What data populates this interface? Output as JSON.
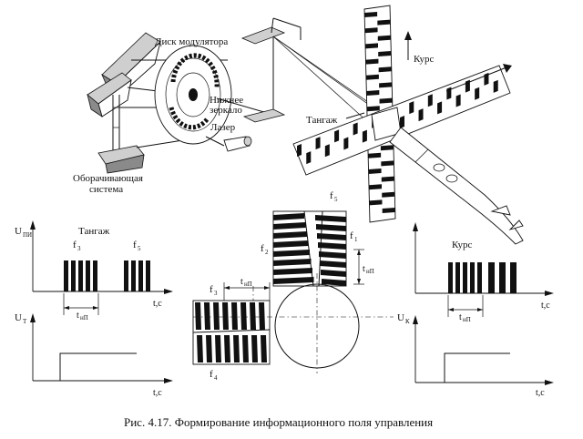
{
  "figure": {
    "caption": "Рис. 4.17. Формирование информационного поля управления",
    "device": {
      "modulator_disk": "Диск модулятора",
      "lower_mirror_line1": "Нижнее",
      "lower_mirror_line2": "зеркало",
      "laser": "Лазер",
      "rotating_system_line1": "Оборачивающая",
      "rotating_system_line2": "система"
    },
    "field": {
      "course": "Курс",
      "pitch": "Тангаж"
    },
    "pitch_plot": {
      "y_label": "U",
      "y_sub": "ПИ",
      "title": "Тангаж",
      "f_left": "f",
      "f_left_sub": "3",
      "f_right": "f",
      "f_right_sub": "5",
      "x_label": "t,c",
      "t_label": "t",
      "t_sub": "нП"
    },
    "pitch_out": {
      "y_label": "U",
      "y_sub": "Т",
      "x_label": "t,c"
    },
    "course_plot": {
      "title": "Курс",
      "x_label": "t,c",
      "t_label": "t",
      "t_sub": "нП"
    },
    "course_out": {
      "y_label": "U",
      "y_sub": "К",
      "x_label": "t,c"
    },
    "center_block": {
      "f5": "f",
      "f5_sub": "5",
      "f2": "f",
      "f2_sub": "2",
      "f1": "f",
      "f1_sub": "1",
      "f3": "f",
      "f3_sub": "3",
      "f4": "f",
      "f4_sub": "4",
      "t_top": "t",
      "t_top_sub": "нП",
      "t_mid": "t",
      "t_mid_sub": "нП"
    }
  }
}
